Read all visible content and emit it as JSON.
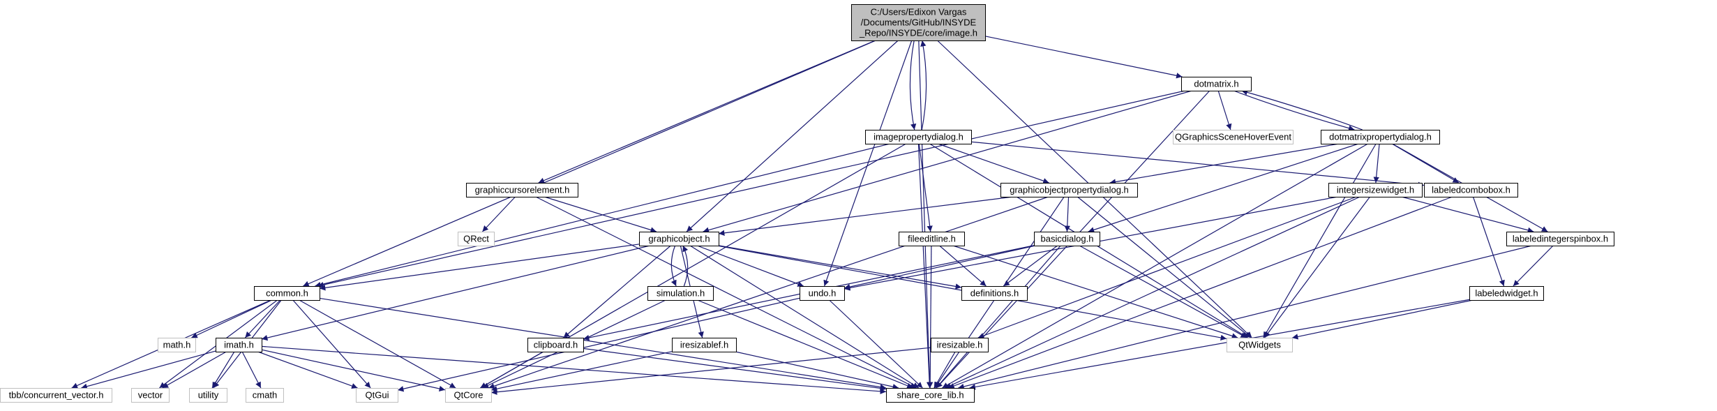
{
  "colors": {
    "edge": "#191970",
    "root_fill": "#bfbfbf",
    "external_border": "#bfbfbf"
  },
  "nodes": {
    "image": {
      "lines": [
        "C:/Users/Edixon Vargas",
        "/Documents/GitHub/INSYDE",
        "_Repo/INSYDE/core/image.h"
      ],
      "kind": "root"
    },
    "dotmatrix": {
      "lines": [
        "dotmatrix.h"
      ]
    },
    "qgraphicsscenehoverevent": {
      "lines": [
        "QGraphicsSceneHoverEvent"
      ],
      "kind": "external"
    },
    "dotmatrixpropertydialog": {
      "lines": [
        "dotmatrixpropertydialog.h"
      ]
    },
    "imagepropertydialog": {
      "lines": [
        "imagepropertydialog.h"
      ]
    },
    "graphiccursorelement": {
      "lines": [
        "graphiccursorelement.h"
      ]
    },
    "graphicobjectpropertydialog": {
      "lines": [
        "graphicobjectpropertydialog.h"
      ]
    },
    "integersizewidget": {
      "lines": [
        "integersizewidget.h"
      ]
    },
    "labeledcombobox": {
      "lines": [
        "labeledcombobox.h"
      ]
    },
    "qrect": {
      "lines": [
        "QRect"
      ],
      "kind": "external"
    },
    "graphicobject": {
      "lines": [
        "graphicobject.h"
      ]
    },
    "fileeditline": {
      "lines": [
        "fileeditline.h"
      ]
    },
    "basicdialog": {
      "lines": [
        "basicdialog.h"
      ]
    },
    "labeledintegerspinbox": {
      "lines": [
        "labeledintegerspinbox.h"
      ]
    },
    "common": {
      "lines": [
        "common.h"
      ]
    },
    "simulation": {
      "lines": [
        "simulation.h"
      ]
    },
    "undo": {
      "lines": [
        "undo.h"
      ]
    },
    "definitions": {
      "lines": [
        "definitions.h"
      ]
    },
    "labeledwidget": {
      "lines": [
        "labeledwidget.h"
      ]
    },
    "math": {
      "lines": [
        "math.h"
      ],
      "kind": "external"
    },
    "imath": {
      "lines": [
        "imath.h"
      ]
    },
    "clipboard": {
      "lines": [
        "clipboard.h"
      ]
    },
    "iresizablef": {
      "lines": [
        "iresizablef.h"
      ]
    },
    "iresizable": {
      "lines": [
        "iresizable.h"
      ]
    },
    "qtwidgets": {
      "lines": [
        "QtWidgets"
      ],
      "kind": "external"
    },
    "tbb": {
      "lines": [
        "tbb/concurrent_vector.h"
      ],
      "kind": "external"
    },
    "vector": {
      "lines": [
        "vector"
      ],
      "kind": "external"
    },
    "utility": {
      "lines": [
        "utility"
      ],
      "kind": "external"
    },
    "cmath": {
      "lines": [
        "cmath"
      ],
      "kind": "external"
    },
    "qtgui": {
      "lines": [
        "QtGui"
      ],
      "kind": "external"
    },
    "qtcore": {
      "lines": [
        "QtCore"
      ],
      "kind": "external"
    },
    "share_core_lib": {
      "lines": [
        "share_core_lib.h"
      ]
    }
  },
  "edges": [
    [
      "image",
      "dotmatrix"
    ],
    [
      "image",
      "imagepropertydialog"
    ],
    [
      "image",
      "graphiccursorelement"
    ],
    [
      "image",
      "graphicobject"
    ],
    [
      "image",
      "common"
    ],
    [
      "image",
      "undo"
    ],
    [
      "image",
      "qtwidgets"
    ],
    [
      "image",
      "share_core_lib"
    ],
    [
      "dotmatrix",
      "qgraphicsscenehoverevent"
    ],
    [
      "dotmatrix",
      "dotmatrixpropertydialog"
    ],
    [
      "dotmatrix",
      "graphicobject"
    ],
    [
      "dotmatrix",
      "common"
    ],
    [
      "dotmatrix",
      "share_core_lib"
    ],
    [
      "dotmatrixpropertydialog",
      "dotmatrix"
    ],
    [
      "dotmatrixpropertydialog",
      "graphicobjectpropertydialog"
    ],
    [
      "dotmatrixpropertydialog",
      "integersizewidget"
    ],
    [
      "dotmatrixpropertydialog",
      "labeledcombobox"
    ],
    [
      "dotmatrixpropertydialog",
      "labeledintegerspinbox"
    ],
    [
      "dotmatrixpropertydialog",
      "basicdialog"
    ],
    [
      "dotmatrixpropertydialog",
      "qtwidgets"
    ],
    [
      "dotmatrixpropertydialog",
      "share_core_lib"
    ],
    [
      "imagepropertydialog",
      "image"
    ],
    [
      "imagepropertydialog",
      "graphicobjectpropertydialog"
    ],
    [
      "imagepropertydialog",
      "fileeditline"
    ],
    [
      "imagepropertydialog",
      "labeledcombobox"
    ],
    [
      "imagepropertydialog",
      "common"
    ],
    [
      "imagepropertydialog",
      "qtcore"
    ],
    [
      "imagepropertydialog",
      "qtwidgets"
    ],
    [
      "imagepropertydialog",
      "share_core_lib"
    ],
    [
      "graphiccursorelement",
      "qrect"
    ],
    [
      "graphiccursorelement",
      "graphicobject"
    ],
    [
      "graphiccursorelement",
      "share_core_lib"
    ],
    [
      "graphicobjectpropertydialog",
      "graphicobject"
    ],
    [
      "graphicobjectpropertydialog",
      "basicdialog"
    ],
    [
      "graphicobjectpropertydialog",
      "qtwidgets"
    ],
    [
      "graphicobjectpropertydialog",
      "qtcore"
    ],
    [
      "graphicobjectpropertydialog",
      "share_core_lib"
    ],
    [
      "integersizewidget",
      "labeledintegerspinbox"
    ],
    [
      "integersizewidget",
      "undo"
    ],
    [
      "integersizewidget",
      "iresizable"
    ],
    [
      "integersizewidget",
      "qtwidgets"
    ],
    [
      "integersizewidget",
      "share_core_lib"
    ],
    [
      "labeledcombobox",
      "labeledwidget"
    ],
    [
      "labeledcombobox",
      "share_core_lib"
    ],
    [
      "graphicobject",
      "common"
    ],
    [
      "graphicobject",
      "simulation"
    ],
    [
      "graphicobject",
      "undo"
    ],
    [
      "graphicobject",
      "definitions"
    ],
    [
      "graphicobject",
      "imath"
    ],
    [
      "graphicobject",
      "clipboard"
    ],
    [
      "graphicobject",
      "iresizablef"
    ],
    [
      "graphicobject",
      "qtwidgets"
    ],
    [
      "graphicobject",
      "share_core_lib"
    ],
    [
      "simulation",
      "graphicobject"
    ],
    [
      "simulation",
      "qtcore"
    ],
    [
      "simulation",
      "share_core_lib"
    ],
    [
      "fileeditline",
      "definitions"
    ],
    [
      "fileeditline",
      "qtwidgets"
    ],
    [
      "fileeditline",
      "share_core_lib"
    ],
    [
      "basicdialog",
      "definitions"
    ],
    [
      "basicdialog",
      "undo"
    ],
    [
      "basicdialog",
      "clipboard"
    ],
    [
      "basicdialog",
      "qtwidgets"
    ],
    [
      "basicdialog",
      "share_core_lib"
    ],
    [
      "labeledintegerspinbox",
      "labeledwidget"
    ],
    [
      "labeledintegerspinbox",
      "share_core_lib"
    ],
    [
      "labeledwidget",
      "qtwidgets"
    ],
    [
      "labeledwidget",
      "share_core_lib"
    ],
    [
      "common",
      "math"
    ],
    [
      "common",
      "imath"
    ],
    [
      "common",
      "tbb"
    ],
    [
      "common",
      "vector"
    ],
    [
      "common",
      "utility"
    ],
    [
      "common",
      "qtgui"
    ],
    [
      "common",
      "qtcore"
    ],
    [
      "common",
      "share_core_lib"
    ],
    [
      "imath",
      "tbb"
    ],
    [
      "imath",
      "vector"
    ],
    [
      "imath",
      "utility"
    ],
    [
      "imath",
      "cmath"
    ],
    [
      "imath",
      "qtgui"
    ],
    [
      "imath",
      "qtcore"
    ],
    [
      "imath",
      "share_core_lib"
    ],
    [
      "undo",
      "qtgui"
    ],
    [
      "undo",
      "share_core_lib"
    ],
    [
      "clipboard",
      "qtcore"
    ],
    [
      "clipboard",
      "share_core_lib"
    ],
    [
      "iresizablef",
      "qtcore"
    ],
    [
      "iresizablef",
      "share_core_lib"
    ],
    [
      "iresizable",
      "qtcore"
    ],
    [
      "iresizable",
      "share_core_lib"
    ]
  ]
}
